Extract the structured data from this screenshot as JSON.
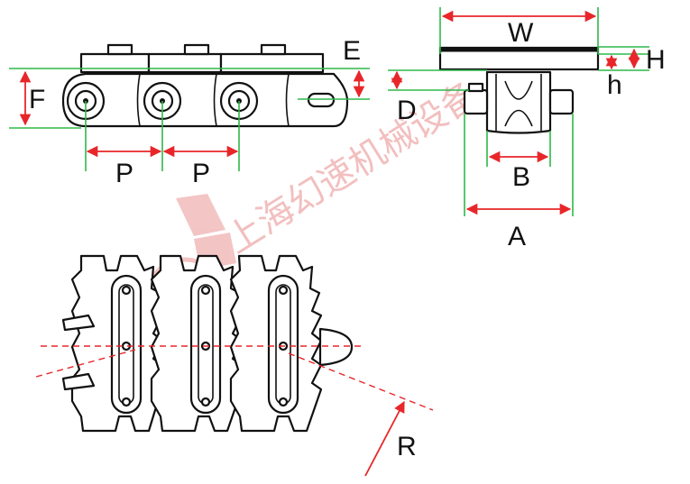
{
  "labels": {
    "F": "F",
    "E": "E",
    "P1": "P",
    "P2": "P",
    "W": "W",
    "H": "H",
    "h": "h",
    "D": "D",
    "B": "B",
    "A": "A",
    "R": "R"
  },
  "watermark": {
    "text": "上海幻速机械设备"
  },
  "colors": {
    "dimension_green": "#2eb84a",
    "dimension_red": "#e8262a",
    "watermark_red": "#e88b8b",
    "outline": "#111111"
  }
}
